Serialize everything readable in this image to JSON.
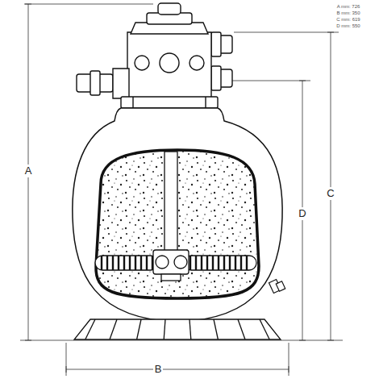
{
  "diagram": {
    "labels": [
      "A mm: 726",
      "B mm: 350",
      "C mm: 619",
      "D mm: 550",
      "A",
      "B",
      "C",
      "D"
    ]
  }
}
